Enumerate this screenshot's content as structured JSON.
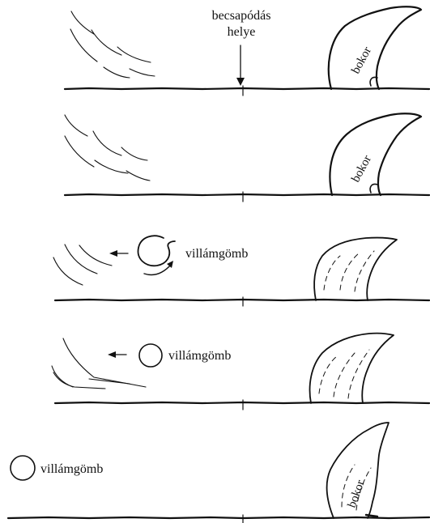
{
  "labels": {
    "impact_line1": "becsapódás",
    "impact_line2": "helye",
    "bush": "bokor",
    "ball_lightning": "villámgömb"
  },
  "panels": [
    {
      "id": 1,
      "bush_label": "bokor",
      "ball_label": ""
    },
    {
      "id": 2,
      "bush_label": "bokor",
      "ball_label": ""
    },
    {
      "id": 3,
      "bush_label": "",
      "ball_label": "villámgömb"
    },
    {
      "id": 4,
      "bush_label": "",
      "ball_label": "villámgömb"
    },
    {
      "id": 5,
      "bush_label": "bokor",
      "ball_label": "villámgömb"
    }
  ],
  "colors": {
    "ink": "#111111",
    "background": "#ffffff"
  }
}
